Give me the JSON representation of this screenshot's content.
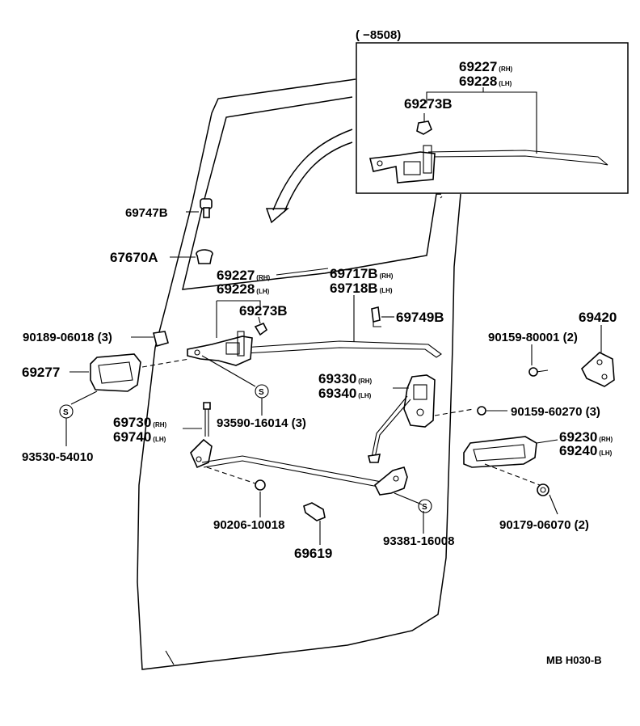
{
  "inset": {
    "range": "(        −8508)",
    "labels": {
      "p69227": "69227",
      "p69227_side": "(RH)",
      "p69228": "69228",
      "p69228_side": "(LH)",
      "p69273B": "69273B"
    }
  },
  "labels": {
    "p69747B": "69747B",
    "p67670A": "67670A",
    "p69227": "69227",
    "p69227_side": "(RH)",
    "p69228": "69228",
    "p69228_side": "(LH)",
    "p69273B": "69273B",
    "p69717B": "69717B",
    "p69717B_side": "(RH)",
    "p69718B": "69718B",
    "p69718B_side": "(LH)",
    "p69749B": "69749B",
    "p90189": "90189-06018 (3)",
    "p69277": "69277",
    "p93590": "93590-16014 (3)",
    "p93530": "93530-54010",
    "p69730": "69730",
    "p69730_side": "(RH)",
    "p69740": "69740",
    "p69740_side": "(LH)",
    "p90206": "90206-10018",
    "p69619": "69619",
    "p93381": "93381-16008",
    "p69330": "69330",
    "p69330_side": "(RH)",
    "p69340": "69340",
    "p69340_side": "(LH)",
    "p90159_60270": "90159-60270 (3)",
    "p69420": "69420",
    "p90159_80001": "90159-80001 (2)",
    "p69230": "69230",
    "p69230_side": "(RH)",
    "p69240": "69240",
    "p69240_side": "(LH)",
    "p90179": "90179-06070 (2)"
  },
  "s_mark": "S",
  "code": "MB H030-B"
}
